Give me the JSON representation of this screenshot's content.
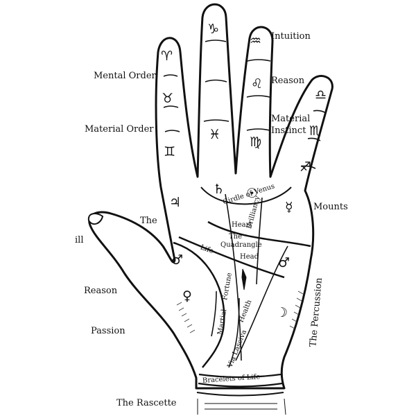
{
  "outer_labels": {
    "mental_order": "Mental Order",
    "material_order": "Material Order",
    "intuition": "Intuition",
    "reason_top": "Reason",
    "material_instinct_1": "Material",
    "material_instinct_2": "Instinct",
    "mounts": "Mounts",
    "the": "The",
    "ill": "ill",
    "reason_thumb": "Reason",
    "passion": "Passion",
    "the_rascette": "The Rascette",
    "the_percussion": "The Percussion"
  },
  "palm_lines": {
    "girdle_of_venus": "Girdle of Venus",
    "heart": "Heart",
    "the": "The",
    "quadrangle": "Quadrangle",
    "brilliancy": "Brilliancy",
    "life": "Life",
    "head": "Head",
    "fortune": "Fortune",
    "health": "Health",
    "martial": "Martial",
    "via_lasciva": "Via Lasciva",
    "bracelets_of_life": "Bracelets of Life"
  },
  "symbols": {
    "index_top": "♈",
    "index_mid": "♉",
    "index_low": "♊",
    "middle_top": "♑",
    "middle_low": "♓",
    "ring_top": "♒",
    "ring_mid": "♌",
    "ring_low": "♍",
    "little_top": "♎",
    "little_mid": "♏",
    "little_low": "♐",
    "mount_jupiter": "♃",
    "mount_saturn": "♄",
    "mount_sun": "☉",
    "mount_mercury": "☿",
    "mars_lower": "♂",
    "mars_upper": "♂",
    "venus": "♀",
    "moon": "☽"
  }
}
